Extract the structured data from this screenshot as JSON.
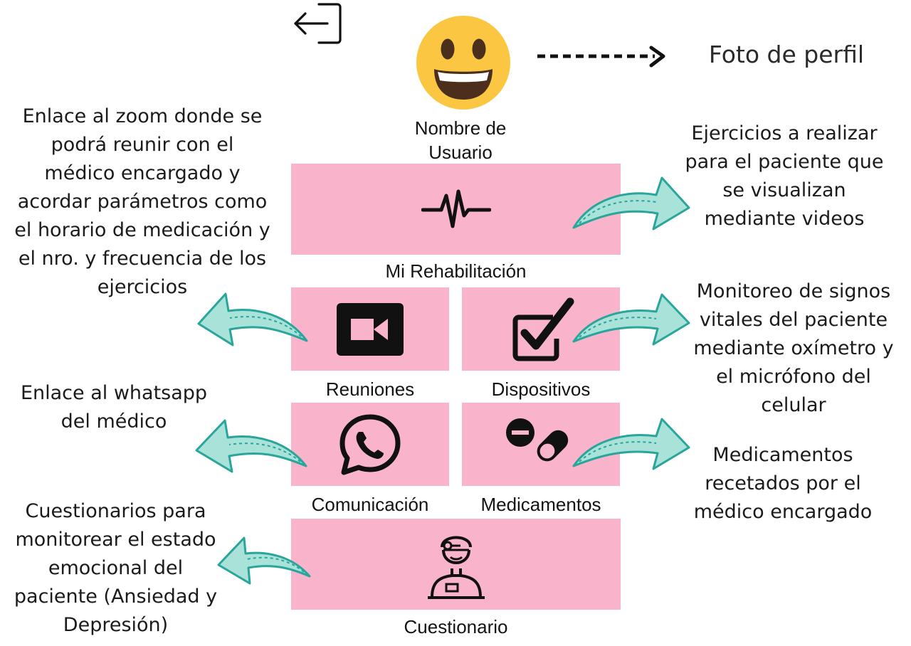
{
  "header": {
    "logout_icon": "logout-icon",
    "avatar_icon": "grinning-face-icon",
    "profile_note": "Foto de perfil",
    "username": "Nombre de\nUsuario"
  },
  "tiles": {
    "rehab": {
      "label": "Mi Rehabilitación",
      "icon": "heartbeat-icon"
    },
    "meetings": {
      "label": "Reuniones",
      "icon": "video-camera-icon"
    },
    "devices": {
      "label": "Dispositivos",
      "icon": "checkbox-icon"
    },
    "communication": {
      "label": "Comunicación",
      "icon": "whatsapp-icon"
    },
    "medications": {
      "label": "Medicamentos",
      "icon": "pills-icon"
    },
    "questionnaire": {
      "label": "Cuestionario",
      "icon": "doctor-icon"
    }
  },
  "notes": {
    "zoom": "Enlace al zoom donde se\npodrá reunir con el\nmédico encargado y\nacordar parámetros como\nel horario de medicación y\nel nro. y frecuencia de los\nejercicios",
    "exercises": "Ejercicios a realizar\npara el paciente que\nse visualizan\nmediante videos",
    "vitals": "Monitoreo de signos\nvitales del paciente\nmediante oxímetro y\nel micrófono del\ncelular",
    "whatsapp": "Enlace al whatsapp\ndel médico",
    "meds": "Medicamentos\nrecetados por el\nmédico encargado",
    "questionnaires": "Cuestionarios para\nmonitorear el estado\nemocional del\npaciente (Ansiedad y\nDepresión)"
  },
  "colors": {
    "tile": "#f9b3cb",
    "arrow_fill": "#a8e2d8",
    "arrow_stroke": "#2aa59c"
  }
}
